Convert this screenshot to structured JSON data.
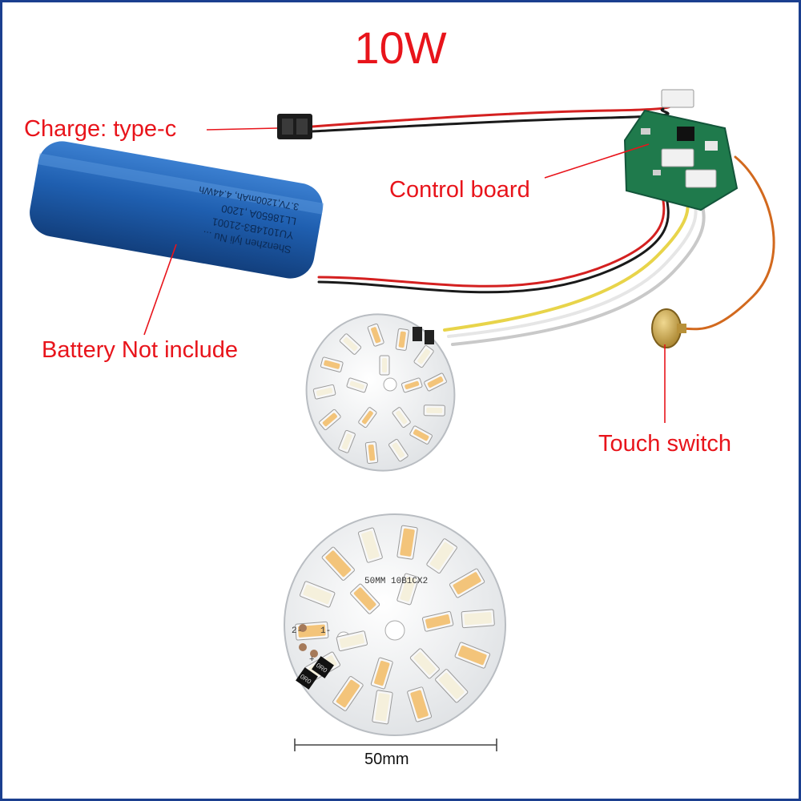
{
  "title": "10W",
  "annotations": {
    "charge": "Charge: type-c",
    "control_board": "Control board",
    "battery": "Battery Not include",
    "touch_switch": "Touch switch"
  },
  "battery_print": {
    "line1": "Shenzhen lyli Nu ...",
    "line2": "YU1014B3-21001",
    "line3": "LL18650A ,1200",
    "capacity": "3.7V,1200mAh, 4.44Wh"
  },
  "board_print": {
    "model": "50MM 10B1CX2",
    "pad_2": "2-",
    "pad_1": "1-",
    "pad_plus": "+",
    "resistor_a": "0R0",
    "resistor_b": "0R0"
  },
  "dimension": "50mm",
  "colors": {
    "label_red": "#e8141b",
    "frame_blue": "#1b3f8f",
    "battery_blue": "#1f5fb0",
    "pcb_green": "#1f7a4c",
    "led_warm": "#f3c47a",
    "led_cool": "#f5f0dc"
  }
}
